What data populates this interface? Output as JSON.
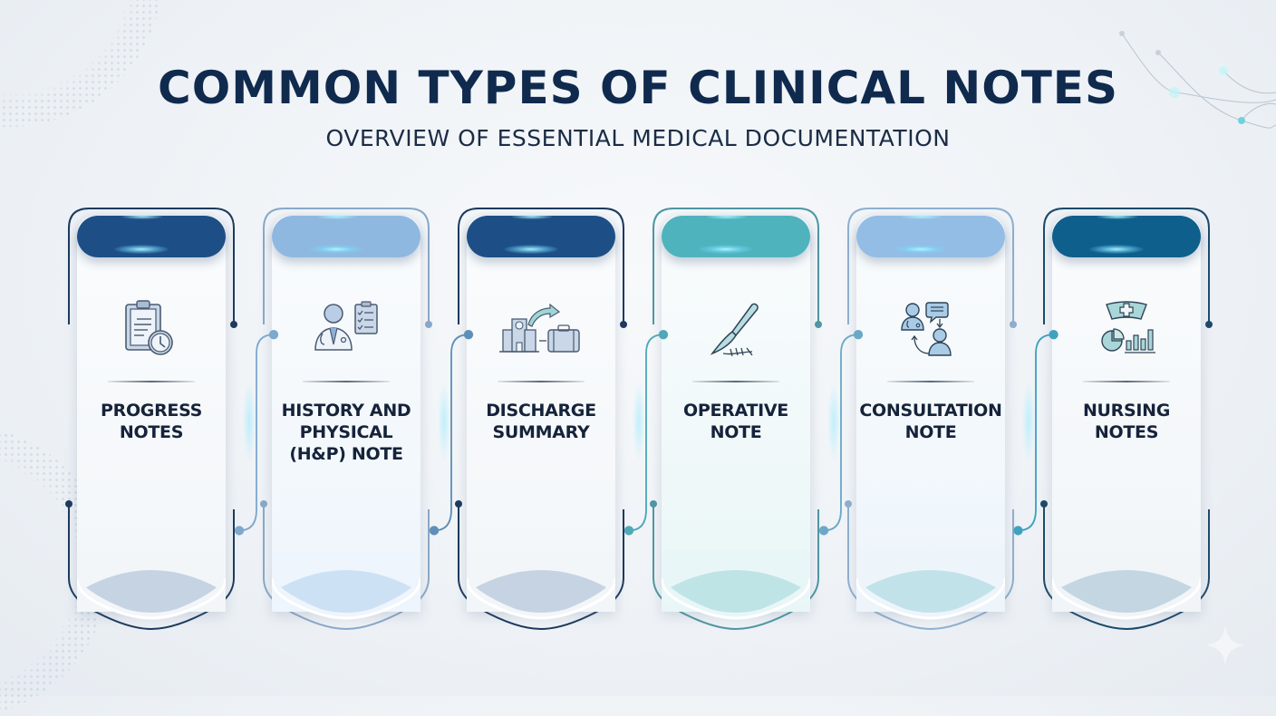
{
  "header": {
    "title": "COMMON TYPES OF CLINICAL NOTES",
    "subtitle": "OVERVIEW OF ESSENTIAL MEDICAL DOCUMENTATION"
  },
  "cards": [
    {
      "label_lines": [
        "PROGRESS",
        "NOTES"
      ],
      "label": "PROGRESS NOTES",
      "icon": "clipboard-clock-icon",
      "pill_color": "#1d4f86",
      "frame_color": "#1d3a5e",
      "panel_tint": "#f3f6f9",
      "bowl_color": "#c6d3e2"
    },
    {
      "label_lines": [
        "HISTORY AND",
        "PHYSICAL",
        "(H&P) NOTE"
      ],
      "label": "HISTORY AND PHYSICAL (H&P) NOTE",
      "icon": "doctor-checklist-icon",
      "pill_color": "#8fb8e0",
      "frame_color": "#8aa9c8",
      "panel_tint": "#eef5fc",
      "bowl_color": "#cde1f5"
    },
    {
      "label_lines": [
        "DISCHARGE",
        "SUMMARY"
      ],
      "label": "DISCHARGE SUMMARY",
      "icon": "hospital-to-suitcase-icon",
      "pill_color": "#1d4f86",
      "frame_color": "#1d3a5e",
      "panel_tint": "#f3f6f9",
      "bowl_color": "#c6d3e2"
    },
    {
      "label_lines": [
        "OPERATIVE",
        "NOTE"
      ],
      "label": "OPERATIVE NOTE",
      "icon": "scalpel-suture-icon",
      "pill_color": "#4fb3be",
      "frame_color": "#4f97a3",
      "panel_tint": "#e9f6f7",
      "bowl_color": "#bfe4e6"
    },
    {
      "label_lines": [
        "CONSULTATION",
        "NOTE"
      ],
      "label": "CONSULTATION NOTE",
      "icon": "doctor-patient-consult-icon",
      "pill_color": "#93bde4",
      "frame_color": "#8fb0cf",
      "panel_tint": "#edf5fb",
      "bowl_color": "#c2e2ea"
    },
    {
      "label_lines": [
        "NURSING",
        "NOTES"
      ],
      "label": "NURSING NOTES",
      "icon": "nurse-cap-charts-icon",
      "pill_color": "#0f5f8c",
      "frame_color": "#1c4a6b",
      "panel_tint": "#f1f5f8",
      "bowl_color": "#c3d6e2"
    }
  ],
  "connector_colors": [
    "#7ea8cc",
    "#5f8fb8",
    "#4fa8b8",
    "#6aa9c6",
    "#3fa2bf"
  ]
}
